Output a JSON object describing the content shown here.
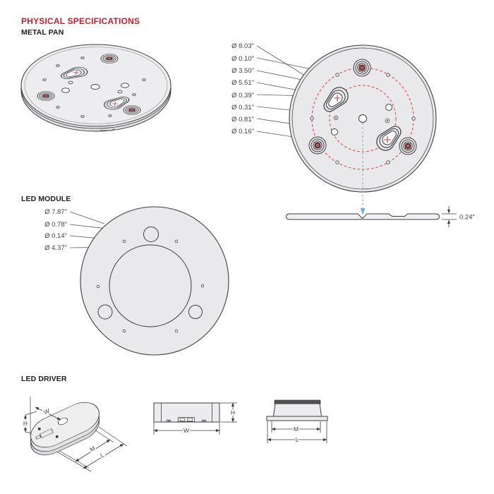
{
  "page": {
    "title": "PHYSICAL SPECIFICATIONS"
  },
  "metal_pan": {
    "heading": "METAL PAN",
    "callouts": [
      "Ø 8.03\"",
      "Ø 0.10\"",
      "Ø 3.50\"",
      "Ø 5.51\"",
      "Ø 0.39\"",
      "Ø 0.31\"",
      "Ø 0.81\"",
      "Ø 0.16\""
    ],
    "thickness_label": "0.24\""
  },
  "led_module": {
    "heading": "LED MODULE",
    "callouts": [
      "Ø 7.87\"",
      "Ø 0.78\"",
      "Ø 0.14\"",
      "Ø 4.37\""
    ]
  },
  "led_driver": {
    "heading": "LED DRIVER",
    "dims": {
      "width": "W",
      "height": "H",
      "mounting": "M",
      "length": "L"
    }
  },
  "colors": {
    "accent_red": "#c3202f",
    "drawing_red": "#d94a4a",
    "centerline_blue": "#7bafd4",
    "line": "#3e3e40",
    "panel_fill": "#e9e9eb"
  }
}
